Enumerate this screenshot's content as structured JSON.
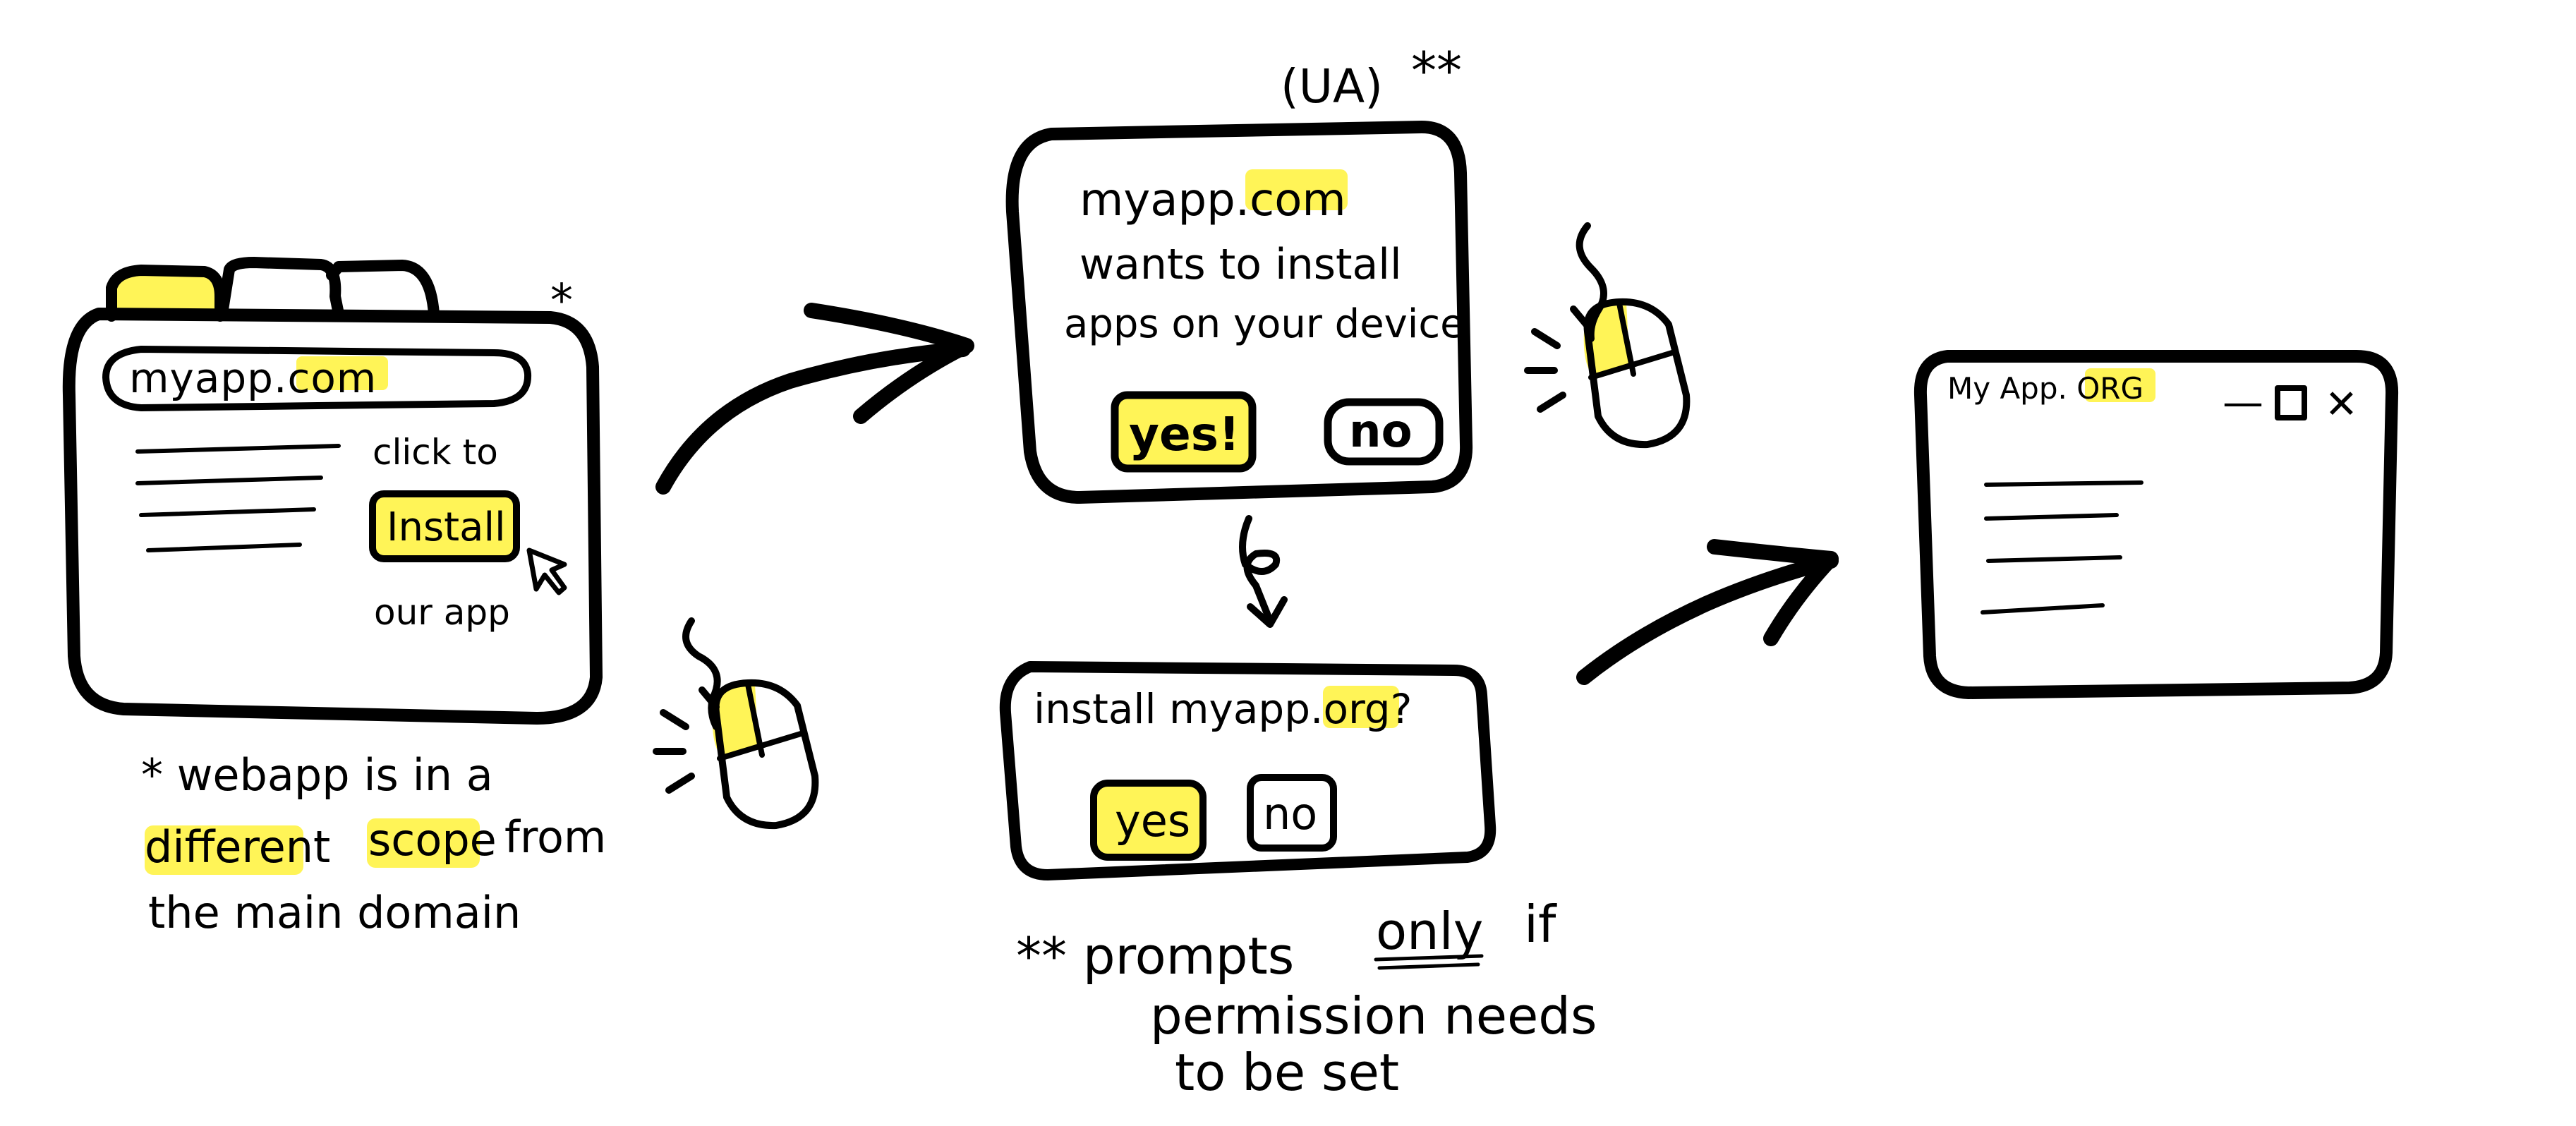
{
  "colors": {
    "highlight": "#fff23a",
    "ink": "#000000",
    "background": "#ffffff"
  },
  "browser": {
    "address_prefix": "myapp.",
    "address_suffix": "com",
    "label_click_to": "click to",
    "install_button": "Install",
    "label_our_app": "our app",
    "asterisk": "*"
  },
  "footnote_1": {
    "line_1": "* webapp is in a",
    "word_different": "different",
    "word_scope": "scope",
    "word_from": "from",
    "line_3": "the main domain"
  },
  "ua_prompt": {
    "header": "(UA)",
    "header_mark": "**",
    "line_1_prefix": "myapp.",
    "line_1_suffix": "com",
    "line_2": "wants to install",
    "line_3": "apps on your device",
    "yes_button": "yes!",
    "no_button": "no"
  },
  "install_prompt": {
    "text_prefix": "install  myapp.",
    "text_highlight": "org",
    "text_suffix": "?",
    "yes_button": "yes",
    "no_button": "no"
  },
  "footnote_2": {
    "line_1_prefix": "** prompts",
    "word_only": "only",
    "line_1_suffix": "if",
    "line_2": "permission needs",
    "line_3": "to be set"
  },
  "app_window": {
    "title_prefix": "My App.",
    "title_highlight": "ORG",
    "minimize_glyph": "—",
    "maximize_glyph": "□",
    "close_glyph": "✕"
  },
  "icons": [
    "mouse-click-icon",
    "cursor-arrow-icon",
    "arrow-right-icon",
    "curly-arrow-down-icon"
  ]
}
